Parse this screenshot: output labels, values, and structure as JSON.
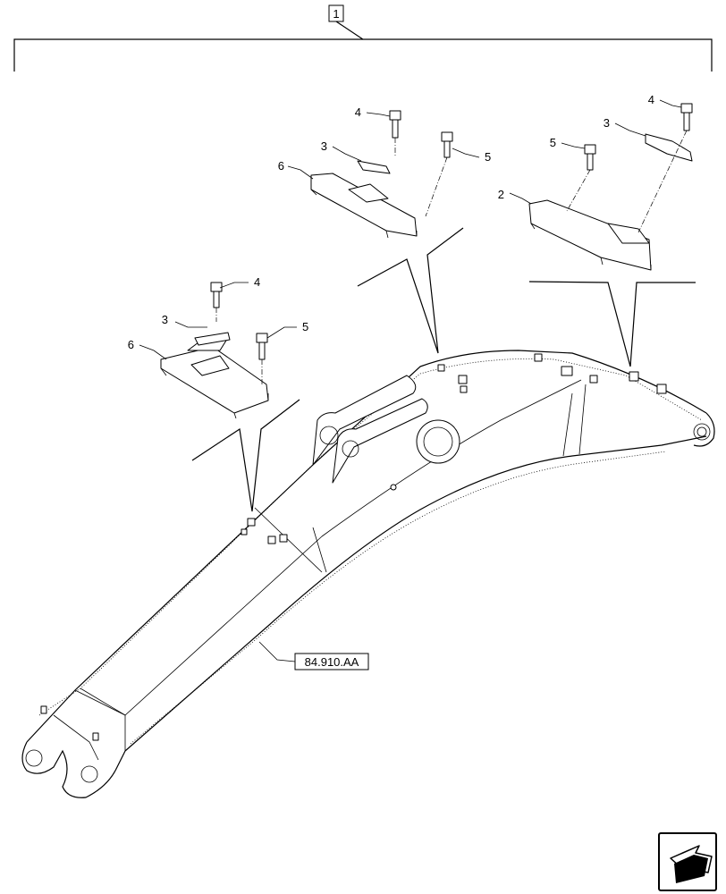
{
  "assembly_label": "1",
  "reference_label": "84.910.AA",
  "callouts": {
    "left": {
      "bolt": "4",
      "clip": "3",
      "bolt_short": "5",
      "block": "6"
    },
    "middle": {
      "bolt": "4",
      "clip": "3",
      "bolt_short": "5",
      "block": "6"
    },
    "right": {
      "bolt": "4",
      "clip": "3",
      "bolt_short": "5",
      "block": "2"
    }
  },
  "icons": {
    "nav_arrow": "next-page-arrow-icon"
  },
  "colors": {
    "line": "#000000",
    "background": "#ffffff"
  }
}
